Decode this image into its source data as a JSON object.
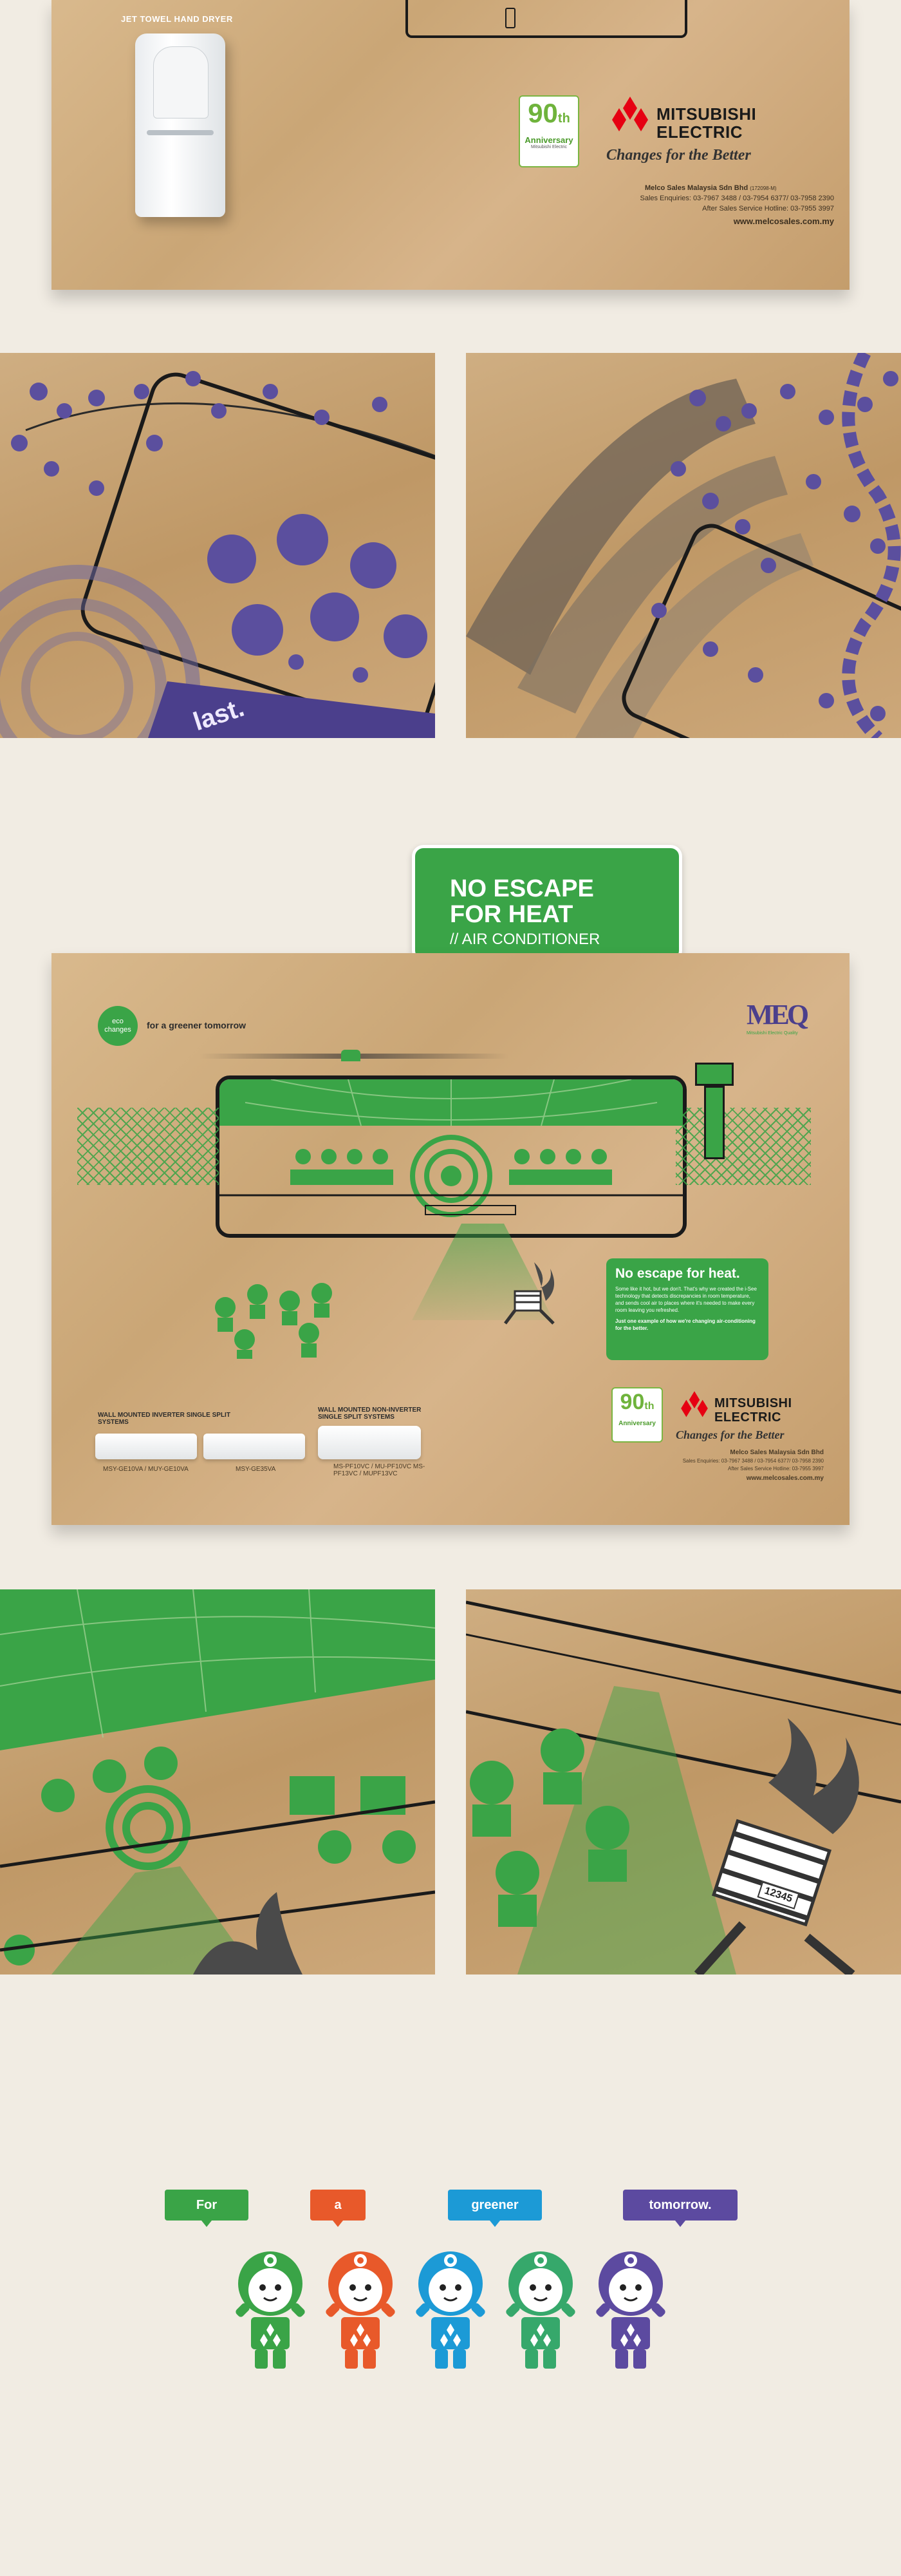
{
  "top_poster": {
    "product_label": "JET TOWEL HAND DRYER",
    "anniversary": {
      "number": "90",
      "suffix": "th",
      "word": "Anniversary",
      "sub": "Mitsubishi Electric"
    },
    "brand": "MITSUBISHI ELECTRIC",
    "brand_line1": "MITSUBISHI",
    "brand_line2": "ELECTRIC",
    "tagline": "Changes for the Better",
    "company": "Melco Sales Malaysia Sdn Bhd",
    "company_reg": "(172098-M)",
    "sales_line": "Sales Enquiries: 03-7967 3488 / 03-7954 6377/ 03-7958 2390",
    "aftersales_line": "After Sales Service Hotline: 03-7955 3997",
    "website": "www.melcosales.com.my"
  },
  "detail_crops_1": {
    "caption_fragment": "last."
  },
  "ac_poster_callout": {
    "title_line1": "NO ESCAPE",
    "title_line2": "FOR HEAT",
    "subtitle": "// AIR CONDITIONER",
    "color": "#3aa447"
  },
  "ac_poster": {
    "eco_label": "eco changes",
    "eco_tag": "for a greener tomorrow",
    "meq_label": "MEQ",
    "meq_words": "Mitsubishi Electric Quality",
    "green_box_title": "No escape for heat.",
    "green_box_body": "Some like it hot, but we don't. That's why we created the i-See technology that detects discrepancies in room temperature, and sends cool air to places where it's needed to make every room leaving you refreshed.",
    "green_box_bold": "Just one example of how we're changing air-conditioning for the better.",
    "products": [
      {
        "heading": "WALL MOUNTED INVERTER SINGLE SPLIT SYSTEMS",
        "models": "MSY-GE10VA / MUY-GE10VA"
      },
      {
        "heading": "",
        "models": "MSY-GE35VA"
      },
      {
        "heading": "WALL MOUNTED NON-INVERTER SINGLE SPLIT SYSTEMS",
        "models": "MS-PF10VC / MU-PF10VC  MS-PF13VC / MUPF13VC"
      }
    ],
    "anniversary": {
      "number": "90",
      "suffix": "th",
      "word": "Anniversary"
    },
    "brand_line1": "MITSUBISHI",
    "brand_line2": "ELECTRIC",
    "tagline": "Changes for the Better",
    "company": "Melco Sales Malaysia Sdn Bhd",
    "sales_line": "Sales Enquiries: 03-7967 3488 / 03-7954 6377/ 03-7958 2390",
    "aftersales_line": "After Sales Service Hotline: 03-7955 3997",
    "website": "www.melcosales.com.my"
  },
  "detail_crops_2": {
    "prisoner_number": "12345"
  },
  "tagline_bubbles": [
    {
      "text": "For",
      "color": "#3aa447"
    },
    {
      "text": "a",
      "color": "#e8592a"
    },
    {
      "text": "greener",
      "color": "#1c9ad6"
    },
    {
      "text": "tomorrow.",
      "color": "#5c4aa0"
    }
  ],
  "mascots": [
    {
      "color": "#3aa447"
    },
    {
      "color": "#e8592a"
    },
    {
      "color": "#1c9ad6"
    },
    {
      "color": "#36a86b"
    },
    {
      "color": "#5c4aa0"
    }
  ]
}
